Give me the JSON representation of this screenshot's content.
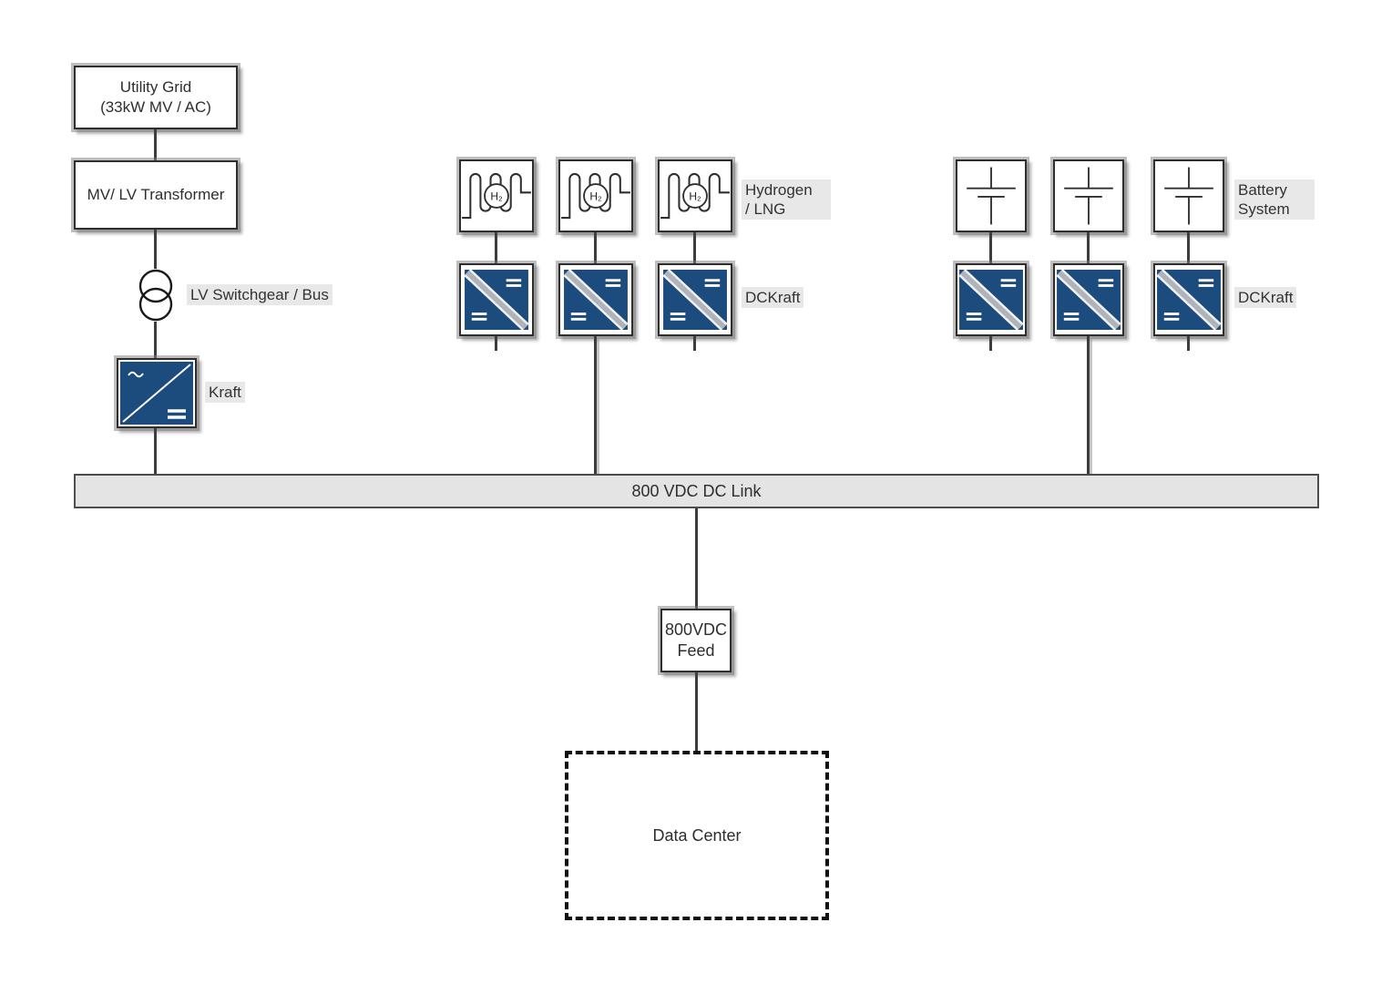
{
  "diagram": {
    "utility_grid": {
      "line1": "Utility Grid",
      "line2": "(33kW MV / AC)"
    },
    "mv_lv_transformer": {
      "label": "MV/ LV Transformer"
    },
    "lv_switchgear": {
      "label": "LV Switchgear / Bus"
    },
    "grid_converter": {
      "label": "Kraft"
    },
    "hydrogen_group": {
      "label_line1": "Hydrogen",
      "label_line2": "/ LNG",
      "unit_symbol": "H₂",
      "unit_count": 3
    },
    "hydrogen_dc_converters": {
      "label": "DCKraft",
      "unit_count": 3
    },
    "battery_group": {
      "label_line1": "Battery",
      "label_line2": "System",
      "unit_count": 3
    },
    "battery_dc_converters": {
      "label": "DCKraft",
      "unit_count": 3
    },
    "dc_link_bus": {
      "label": "800 VDC DC Link"
    },
    "dc_feed": {
      "line1": "800VDC",
      "line2": "Feed"
    },
    "data_center": {
      "label": "Data Center"
    }
  },
  "colors": {
    "converter_blue": "#1c4b7d",
    "bus_fill": "#e4e4e4",
    "wire_dark": "#3d3d3d",
    "border_dark": "#2e2e2e"
  }
}
